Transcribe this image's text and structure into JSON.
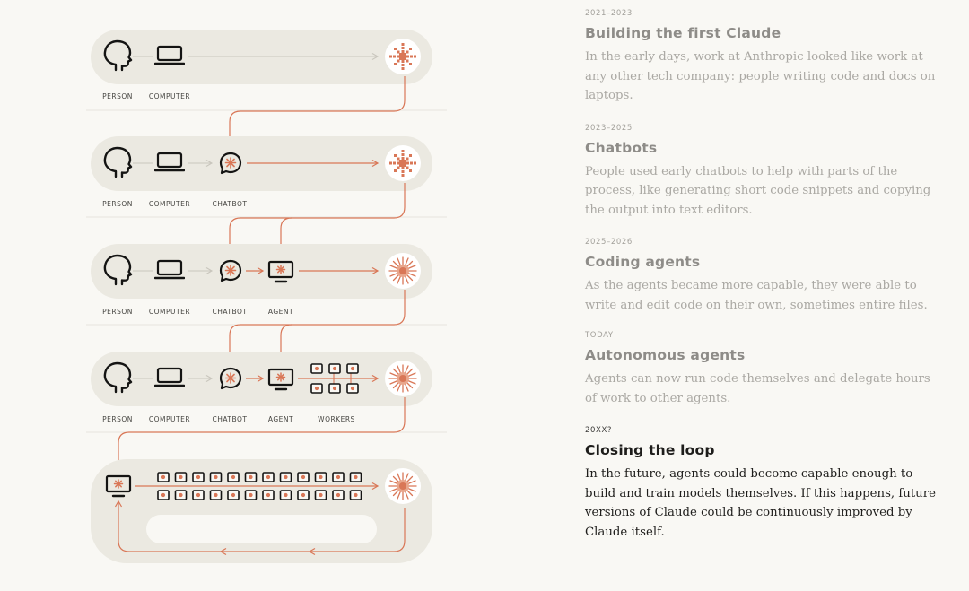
{
  "colors": {
    "accent": "#d97757",
    "row_background": "#ebe9e1",
    "inactive_text": "#aaa8a3",
    "active_text": "#1f1e1c"
  },
  "diagram": {
    "labels": {
      "person": "PERSON",
      "computer": "COMPUTER",
      "chatbot": "CHATBOT",
      "agent": "AGENT",
      "workers": "WORKERS"
    },
    "icons": [
      "person-head-icon",
      "laptop-icon",
      "chat-bubble-icon",
      "monitor-agent-icon",
      "worker-box-icon",
      "claude-starburst-icon"
    ]
  },
  "timeline": [
    {
      "date": "2021–2023",
      "title": "Building the first Claude",
      "description": "In the early days, work at Anthropic looked like work at any other tech company: people writing code and docs on laptops."
    },
    {
      "date": "2023–2025",
      "title": "Chatbots",
      "description": "People used early chatbots to help with parts of the process, like generating short code snippets and copying the output into text editors."
    },
    {
      "date": "2025–2026",
      "title": "Coding agents",
      "description": "As the agents became more capable, they were able to write and edit code on their own, sometimes entire files."
    },
    {
      "date": "TODAY",
      "title": "Autonomous agents",
      "description": "Agents can now run code themselves and delegate hours of work to other agents."
    },
    {
      "date": "20XX?",
      "title": "Closing the loop",
      "description": "In the future, agents could become capable enough to build and train models themselves. If this happens, future versions of Claude could be continuously improved by Claude itself.",
      "active": true
    }
  ]
}
